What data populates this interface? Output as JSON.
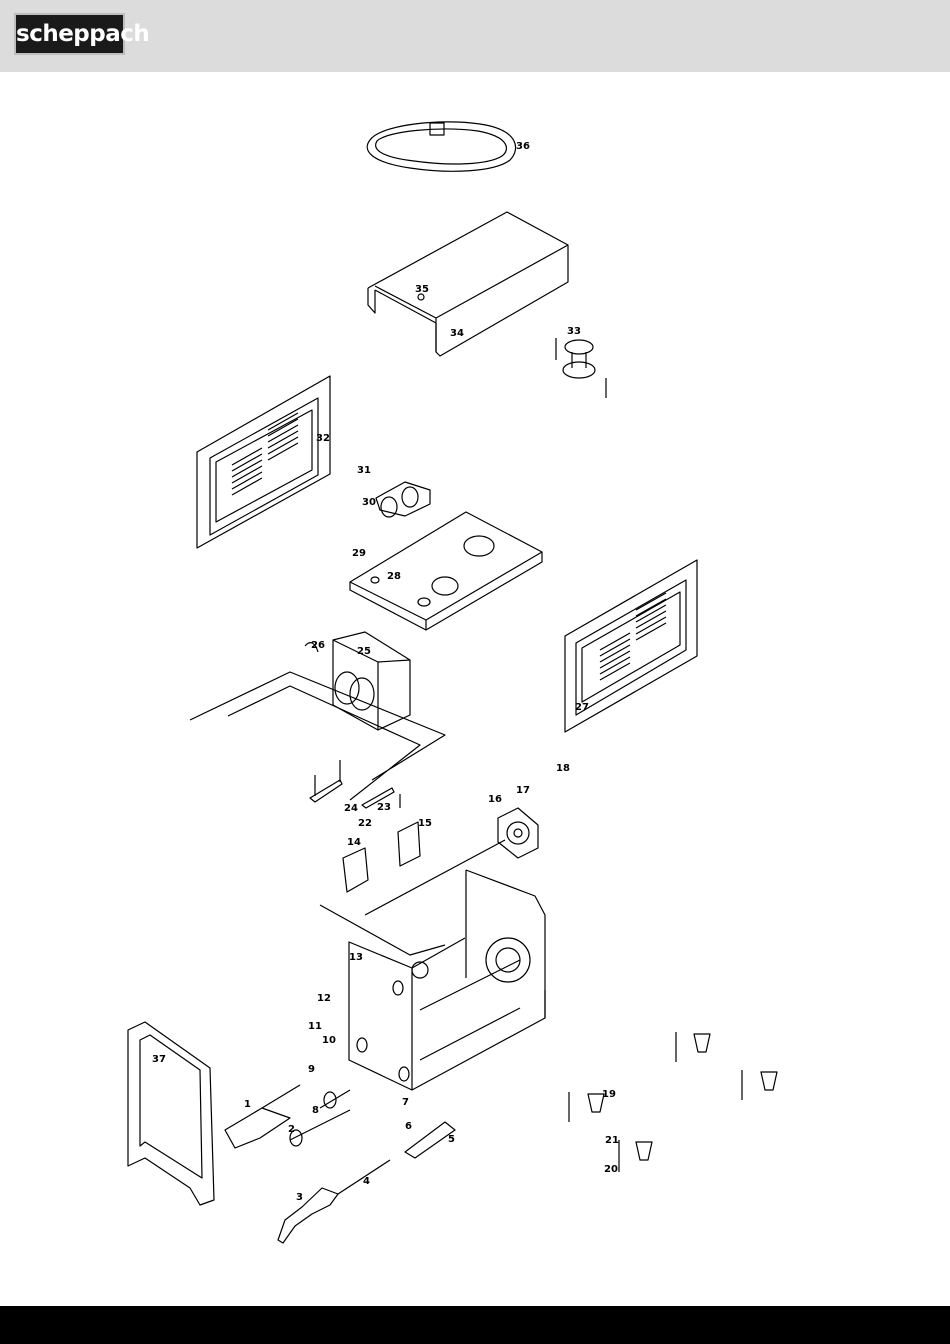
{
  "brand": {
    "logo_text": "scheppach"
  },
  "parts": [
    {
      "id": "1",
      "label": "1"
    },
    {
      "id": "2",
      "label": "2"
    },
    {
      "id": "3",
      "label": "3"
    },
    {
      "id": "4",
      "label": "4"
    },
    {
      "id": "5",
      "label": "5"
    },
    {
      "id": "6",
      "label": "6"
    },
    {
      "id": "7",
      "label": "7"
    },
    {
      "id": "8",
      "label": "8"
    },
    {
      "id": "9",
      "label": "9"
    },
    {
      "id": "10",
      "label": "10"
    },
    {
      "id": "11",
      "label": "11"
    },
    {
      "id": "12",
      "label": "12"
    },
    {
      "id": "13",
      "label": "13"
    },
    {
      "id": "14",
      "label": "14"
    },
    {
      "id": "15",
      "label": "15"
    },
    {
      "id": "16",
      "label": "16"
    },
    {
      "id": "17",
      "label": "17"
    },
    {
      "id": "18",
      "label": "18"
    },
    {
      "id": "19",
      "label": "19"
    },
    {
      "id": "20",
      "label": "20"
    },
    {
      "id": "21",
      "label": "21"
    },
    {
      "id": "22",
      "label": "22"
    },
    {
      "id": "23",
      "label": "23"
    },
    {
      "id": "24",
      "label": "24"
    },
    {
      "id": "25",
      "label": "25"
    },
    {
      "id": "26",
      "label": "26"
    },
    {
      "id": "27",
      "label": "27"
    },
    {
      "id": "28",
      "label": "28"
    },
    {
      "id": "29",
      "label": "29"
    },
    {
      "id": "30",
      "label": "30"
    },
    {
      "id": "31",
      "label": "31"
    },
    {
      "id": "32",
      "label": "32"
    },
    {
      "id": "33",
      "label": "33"
    },
    {
      "id": "34",
      "label": "34"
    },
    {
      "id": "35",
      "label": "35"
    },
    {
      "id": "36",
      "label": "36"
    },
    {
      "id": "37",
      "label": "37"
    }
  ],
  "colors": {
    "header_bg": "#dcdcdc",
    "logo_bg": "#1a1a1a",
    "footer_bg": "#000000",
    "line": "#000000"
  }
}
